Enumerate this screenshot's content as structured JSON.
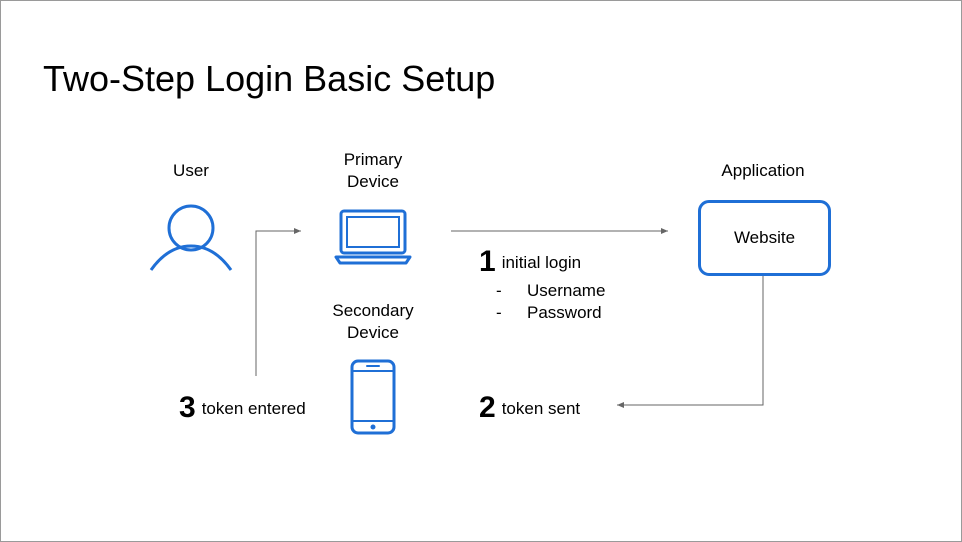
{
  "title": "Two-Step Login Basic Setup",
  "colors": {
    "icon_blue": "#1f6fd6",
    "connector": "#666666"
  },
  "nodes": {
    "user": {
      "label": "User",
      "icon": "user-icon"
    },
    "primary_device": {
      "label_line1": "Primary",
      "label_line2": "Device",
      "icon": "laptop-icon"
    },
    "secondary_device": {
      "label_line1": "Secondary",
      "label_line2": "Device",
      "icon": "smartphone-icon"
    },
    "application": {
      "label": "Application",
      "box_text": "Website"
    }
  },
  "steps": [
    {
      "number": "1",
      "text": "initial login",
      "bullets": [
        {
          "dash": "-",
          "text": "Username"
        },
        {
          "dash": "-",
          "text": "Password"
        }
      ]
    },
    {
      "number": "2",
      "text": "token sent"
    },
    {
      "number": "3",
      "text": "token entered"
    }
  ]
}
